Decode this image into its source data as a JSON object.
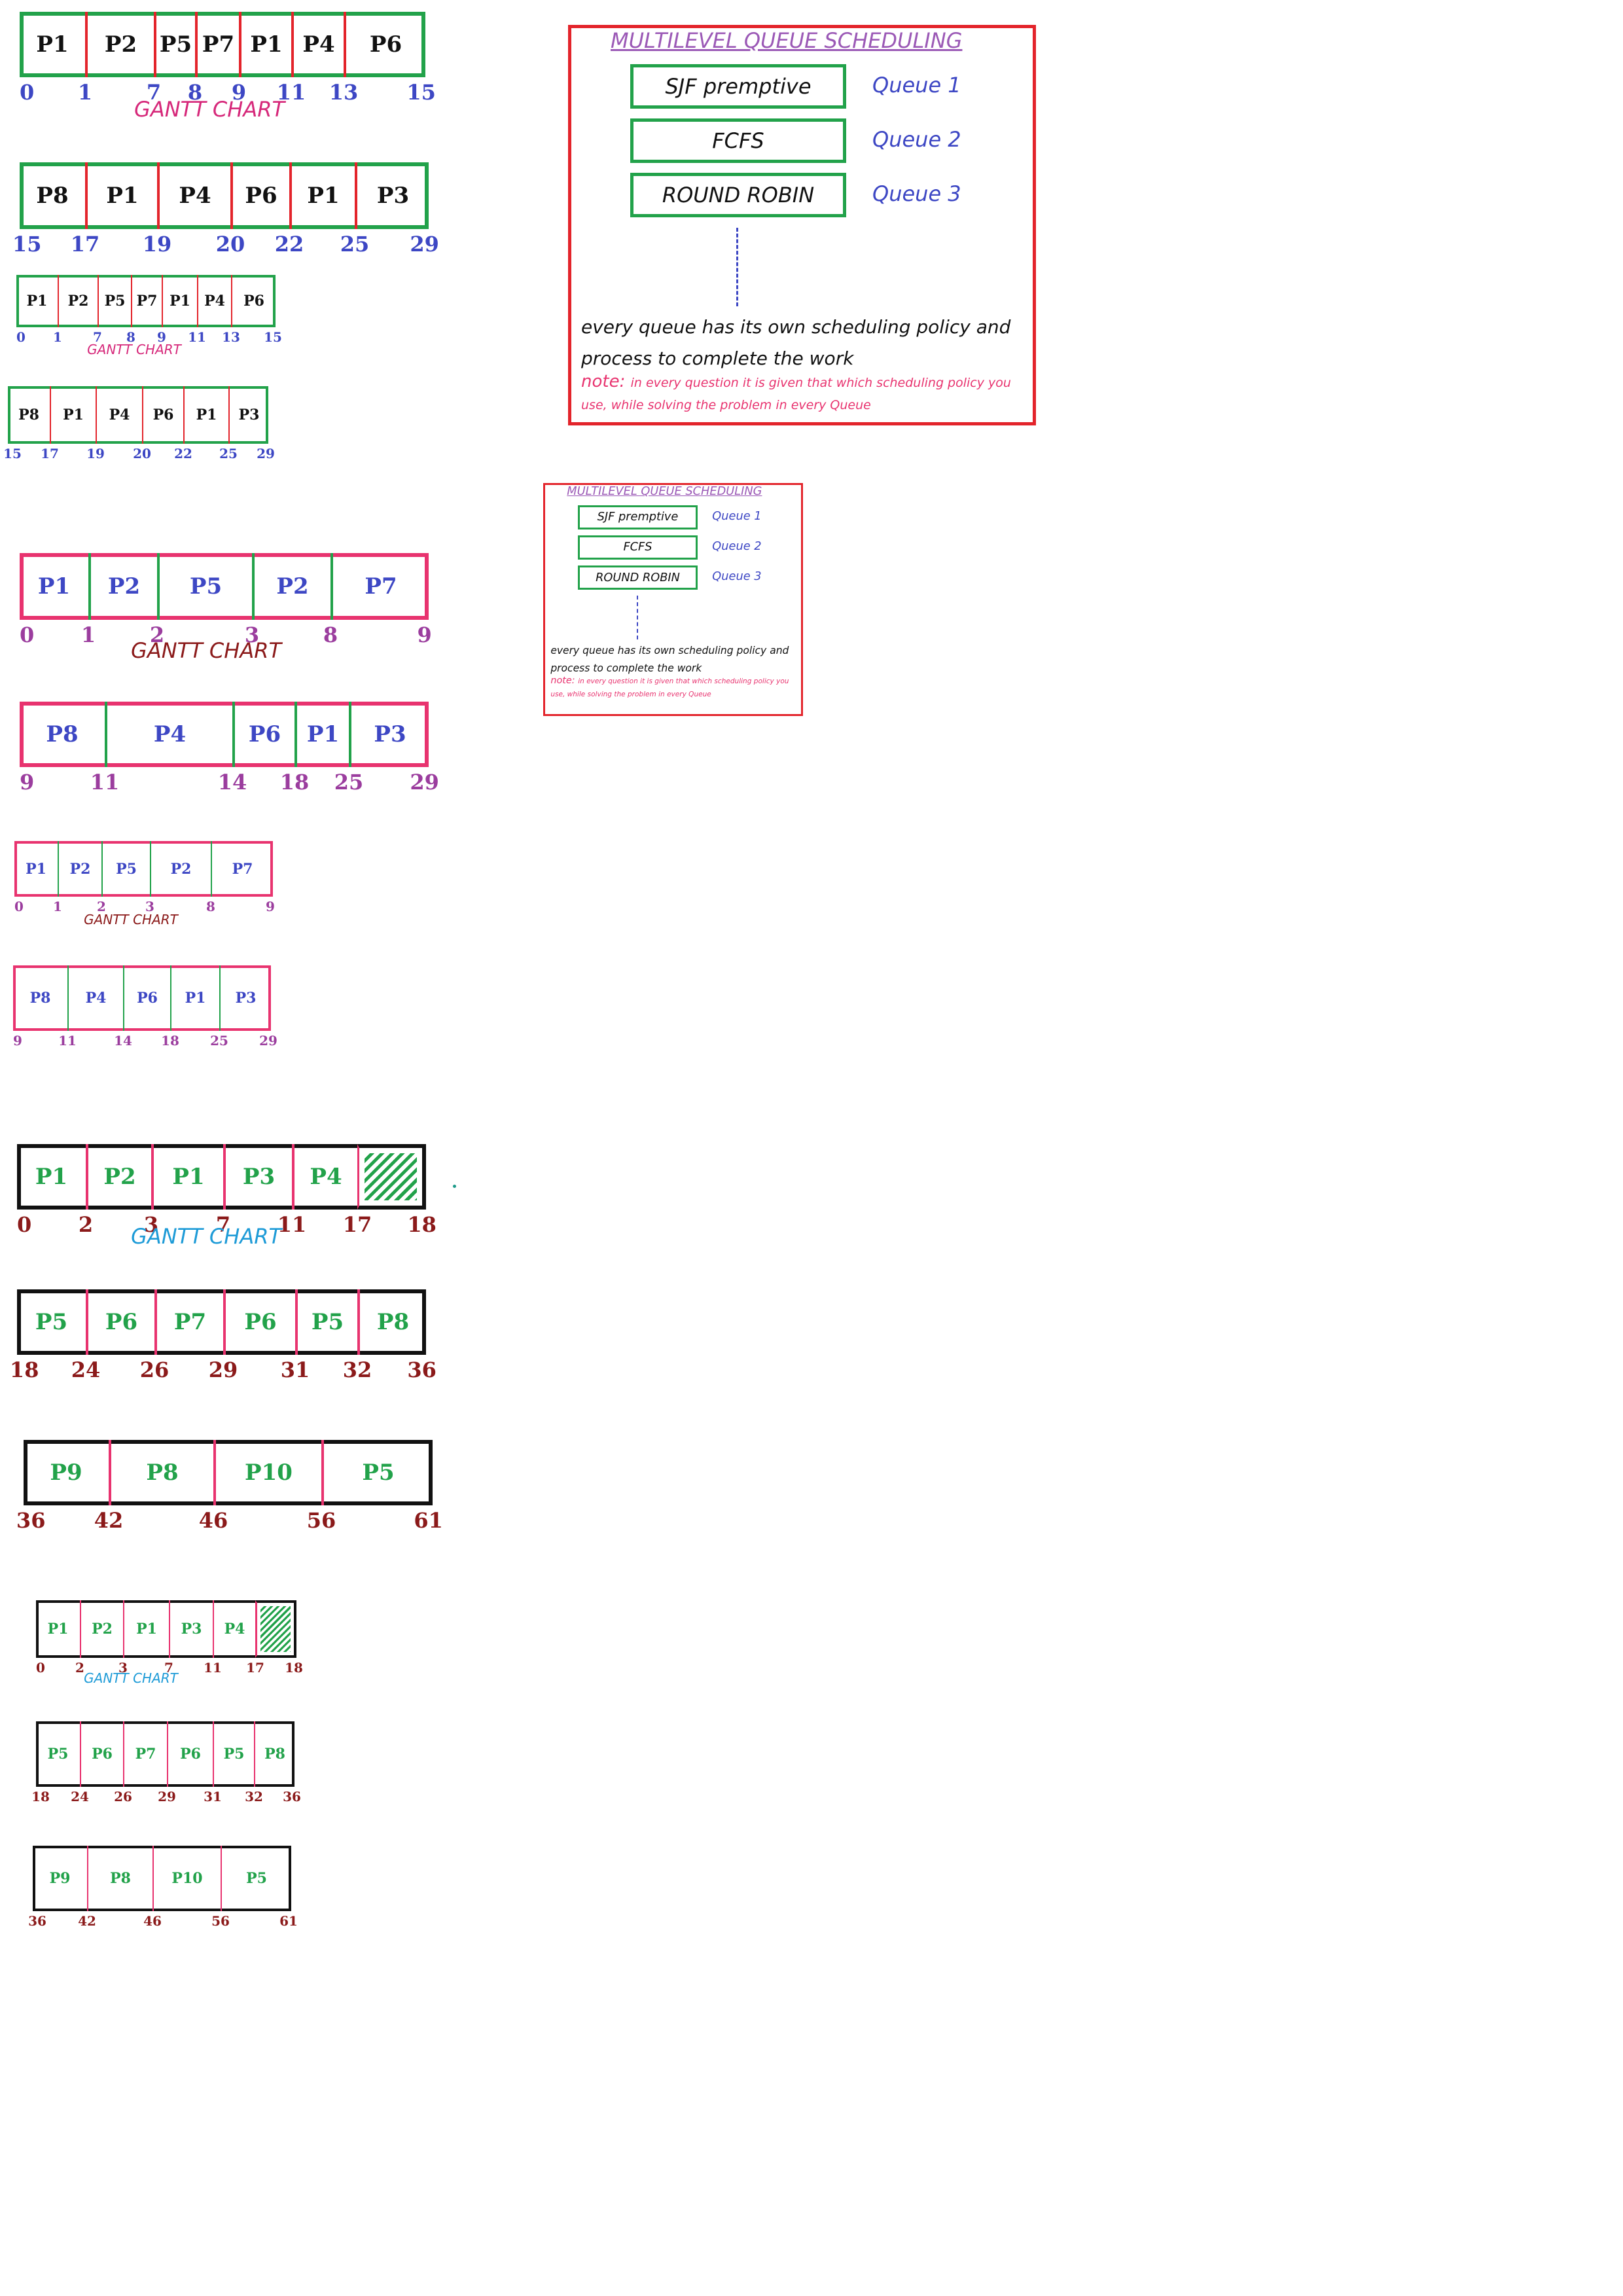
{
  "gantt_title": "GANTT CHART",
  "mlq": {
    "title": "MULTILEVEL QUEUE SCHEDULING",
    "queues": [
      {
        "policy": "SJF premptive",
        "label": "Queue 1"
      },
      {
        "policy": "FCFS",
        "label": "Queue 2"
      },
      {
        "policy": "ROUND ROBIN",
        "label": "Queue 3"
      }
    ],
    "line1": "every queue has its own scheduling policy and",
    "line2": "process to complete the work",
    "note_label": "note:",
    "note1": "in every question it is given that which scheduling policy you",
    "note2": "use, while solving the problem in every Queue"
  },
  "styles": {
    "green": {
      "border": "#22a24a",
      "divider": "#e3242b",
      "label": "#111111",
      "tick": "#3d47c4",
      "title": "#d6287a"
    },
    "pink": {
      "border": "#e8336f",
      "divider": "#22a24a",
      "label": "#3d47c4",
      "tick": "#9b3d9e",
      "title": "#8b1a1a"
    },
    "black": {
      "border": "#111111",
      "divider": "#e8336f",
      "label": "#22a24a",
      "tick": "#8b1a1a",
      "title": "#1e9bd7"
    }
  },
  "charts": [
    {
      "segments": [
        "P1",
        "P2",
        "P5",
        "P7",
        "P1",
        "P4",
        "P6"
      ],
      "ticks": [
        "0",
        "1",
        "7",
        "8",
        "9",
        "11",
        "13",
        "15"
      ]
    },
    {
      "segments": [
        "P8",
        "P1",
        "P4",
        "P6",
        "P1",
        "P3"
      ],
      "ticks": [
        "15",
        "17",
        "19",
        "20",
        "22",
        "25",
        "29"
      ]
    },
    {
      "segments": [
        "P1",
        "P2",
        "P5",
        "P2",
        "P7"
      ],
      "ticks": [
        "0",
        "1",
        "2",
        "3",
        "8",
        "9"
      ]
    },
    {
      "segments": [
        "P8",
        "P4",
        "P6",
        "P1",
        "P3"
      ],
      "ticks": [
        "9",
        "11",
        "14",
        "18",
        "25",
        "29"
      ]
    },
    {
      "segments": [
        "P1",
        "P2",
        "P1",
        "P3",
        "P4",
        ""
      ],
      "ticks": [
        "0",
        "2",
        "3",
        "7",
        "11",
        "17",
        "18"
      ]
    },
    {
      "segments": [
        "P5",
        "P6",
        "P7",
        "P6",
        "P5",
        "P8"
      ],
      "ticks": [
        "18",
        "24",
        "26",
        "29",
        "31",
        "32",
        "36"
      ]
    },
    {
      "segments": [
        "P9",
        "P8",
        "P10",
        "P5"
      ],
      "ticks": [
        "36",
        "42",
        "46",
        "56",
        "61"
      ]
    }
  ]
}
